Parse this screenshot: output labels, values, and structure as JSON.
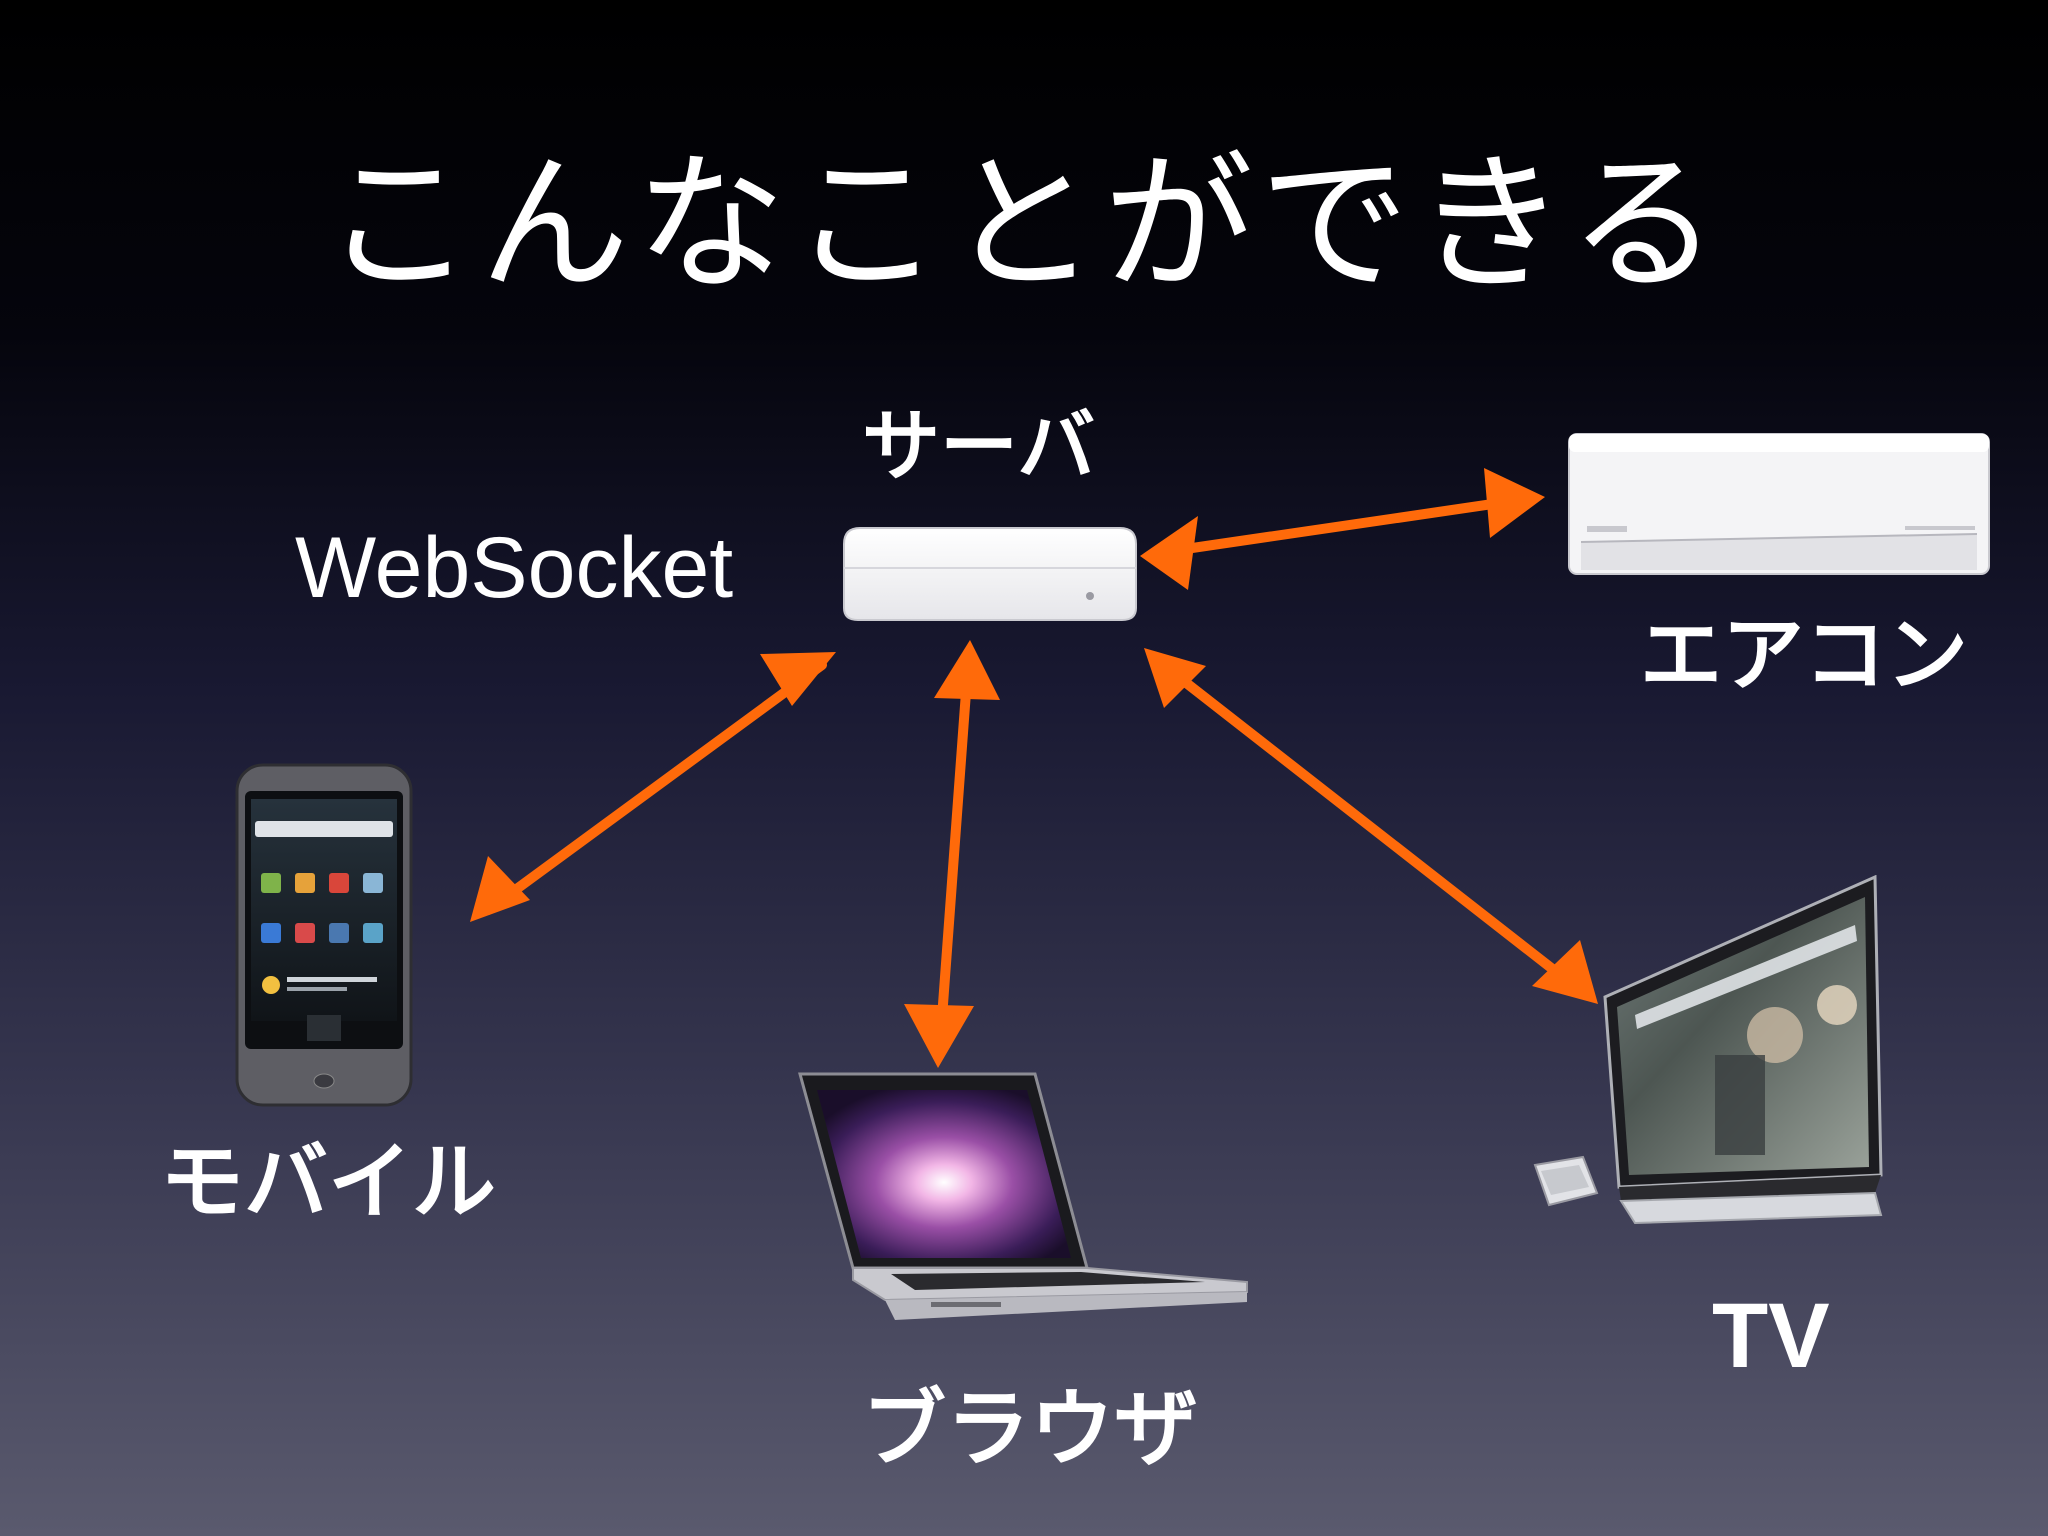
{
  "slide": {
    "title": "こんなことができる",
    "protocol_label": "WebSocket"
  },
  "nodes": {
    "server": {
      "label": "サーバ"
    },
    "aircon": {
      "label": "エアコン"
    },
    "mobile": {
      "label": "モバイル"
    },
    "browser": {
      "label": "ブラウザ"
    },
    "tv": {
      "label": "TV"
    }
  },
  "colors": {
    "arrow": "#ff6a0a",
    "label": "#ffffff"
  }
}
